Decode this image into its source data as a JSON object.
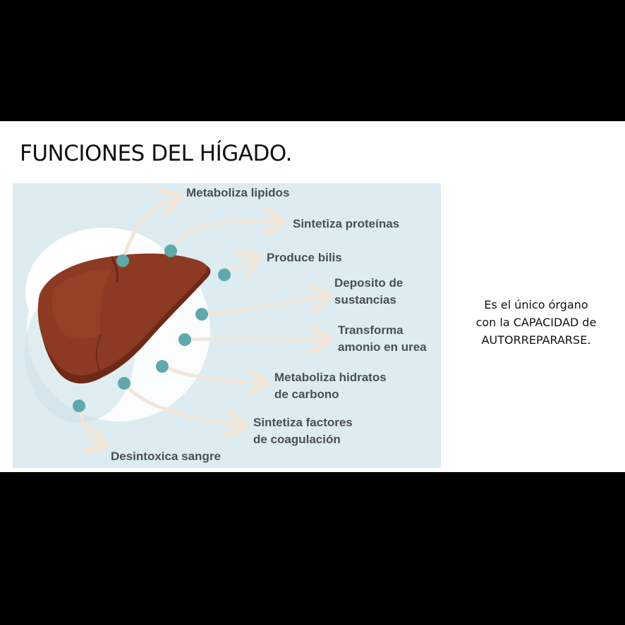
{
  "slide": {
    "title": "FUNCIONES DEL HÍGADO.",
    "note_lines": [
      "Es el único órgano",
      "con la CAPACIDAD de",
      "AUTORREPARARSE."
    ]
  },
  "diagram": {
    "organ_icon": "liver-icon",
    "colors": {
      "background": "#dcecf1",
      "liver": "#8c3a24",
      "liver_shadow": "#6e2a17",
      "dot": "#5fa9ad",
      "arrow": "#f1e6d8"
    },
    "functions": [
      {
        "lines": [
          "Metaboliza lipidos"
        ]
      },
      {
        "lines": [
          "Sintetiza proteínas"
        ]
      },
      {
        "lines": [
          "Produce bilis"
        ]
      },
      {
        "lines": [
          "Deposito de",
          "sustancias"
        ]
      },
      {
        "lines": [
          "Transforma",
          "amonio en urea"
        ]
      },
      {
        "lines": [
          "Metaboliza hidratos",
          "de carbono"
        ]
      },
      {
        "lines": [
          "Sintetiza factores",
          "de coagulación"
        ]
      },
      {
        "lines": [
          "Desintoxica sangre"
        ]
      }
    ]
  }
}
